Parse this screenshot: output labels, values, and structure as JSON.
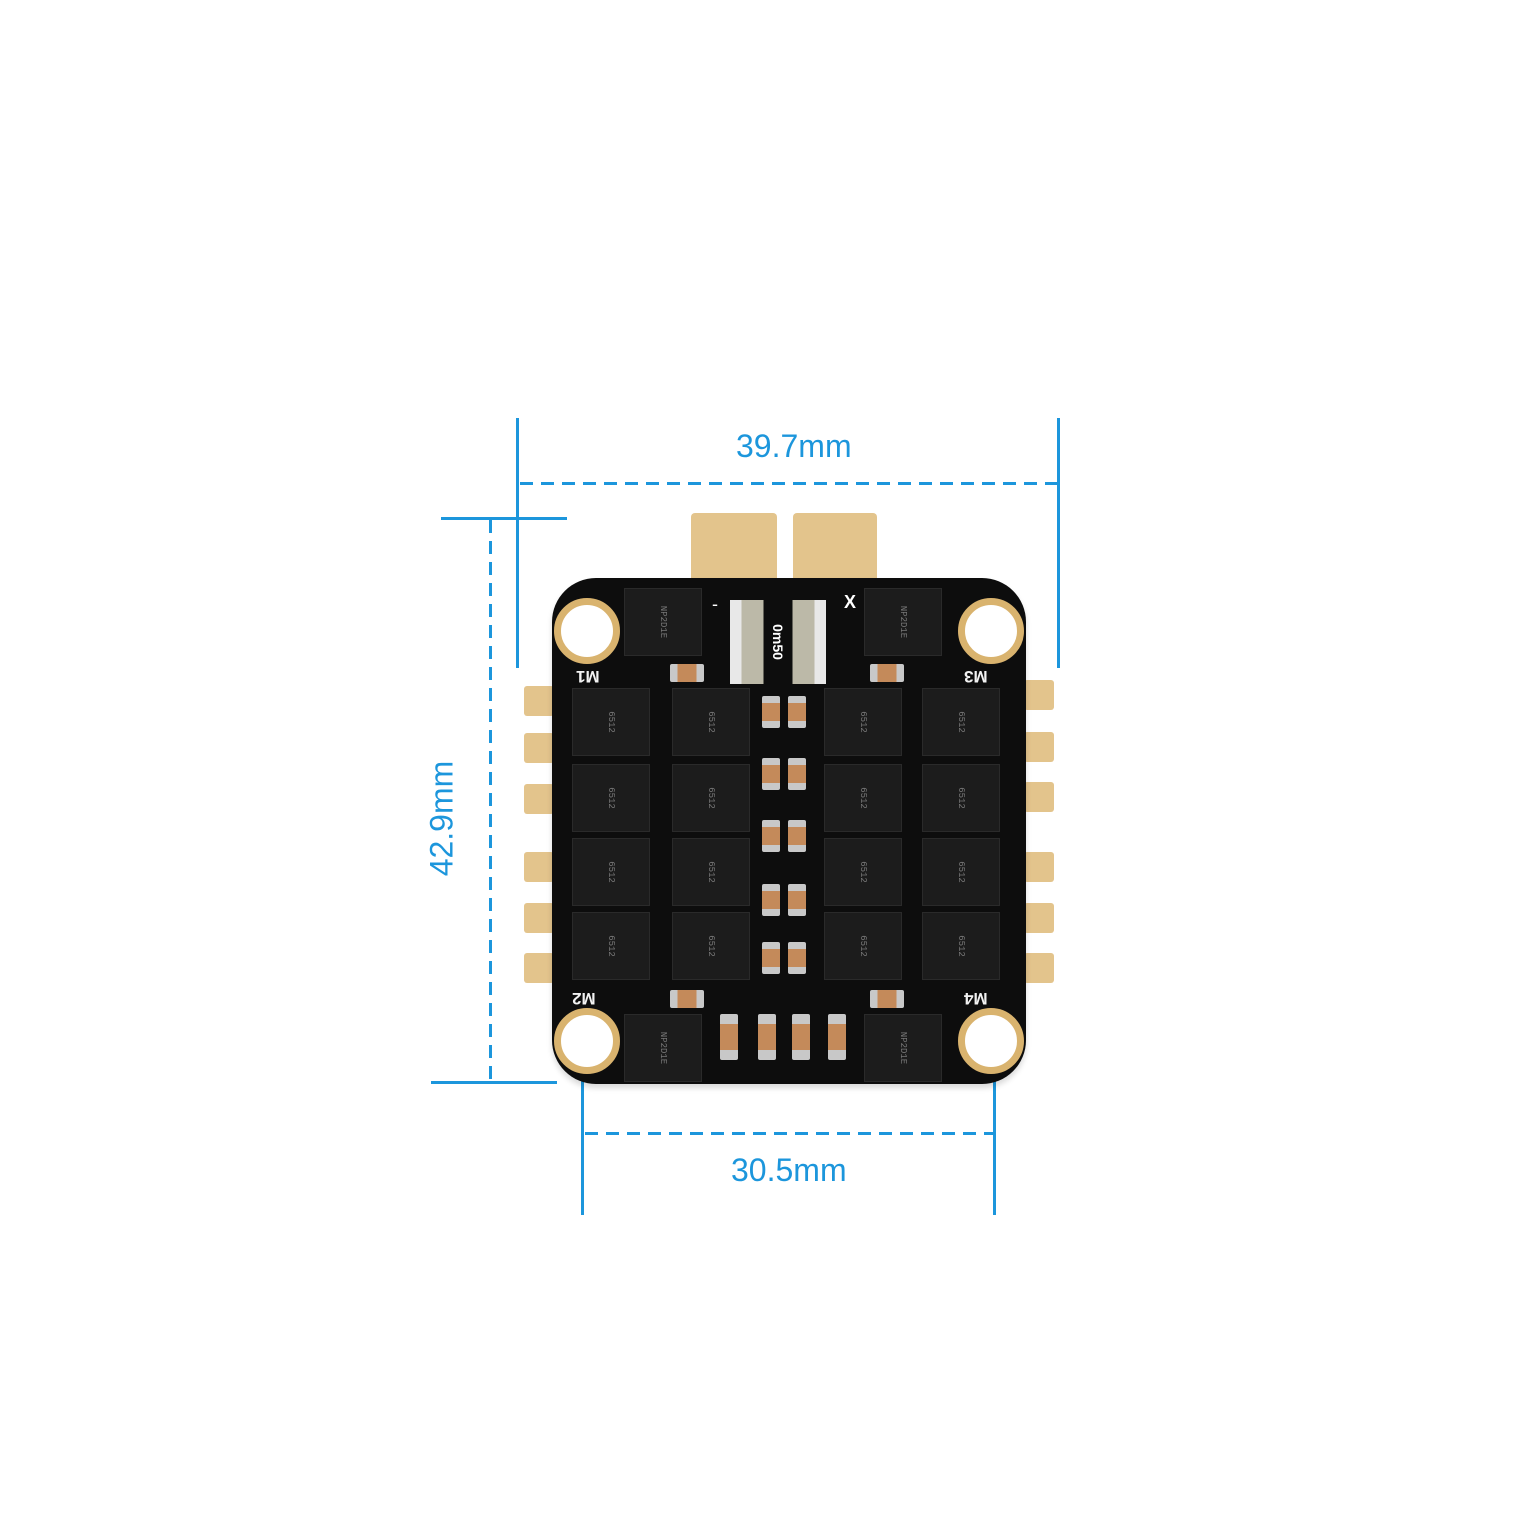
{
  "diagram": {
    "type": "product-dimension-drawing",
    "subject": "4-in-1 ESC board",
    "dimensions": {
      "width": {
        "label": "39.7mm",
        "value": 39.7,
        "unit": "mm"
      },
      "height": {
        "label": "42.9mm",
        "value": 42.9,
        "unit": "mm"
      },
      "mount_spacing": {
        "label": "30.5mm",
        "value": 30.5,
        "unit": "mm"
      }
    },
    "motor_labels": [
      "M1",
      "M2",
      "M3",
      "M4"
    ],
    "shunt_label": "0m50",
    "mosfet_marking": {
      "line1": "6512",
      "line2": "NP2D1E"
    },
    "silkscreen_marks": {
      "minus": "-",
      "x": "X"
    },
    "colors": {
      "dimension_line": "#1c96dc",
      "board": "#0d0d0d",
      "pads": "#e3c48c",
      "background": "#ffffff"
    }
  }
}
